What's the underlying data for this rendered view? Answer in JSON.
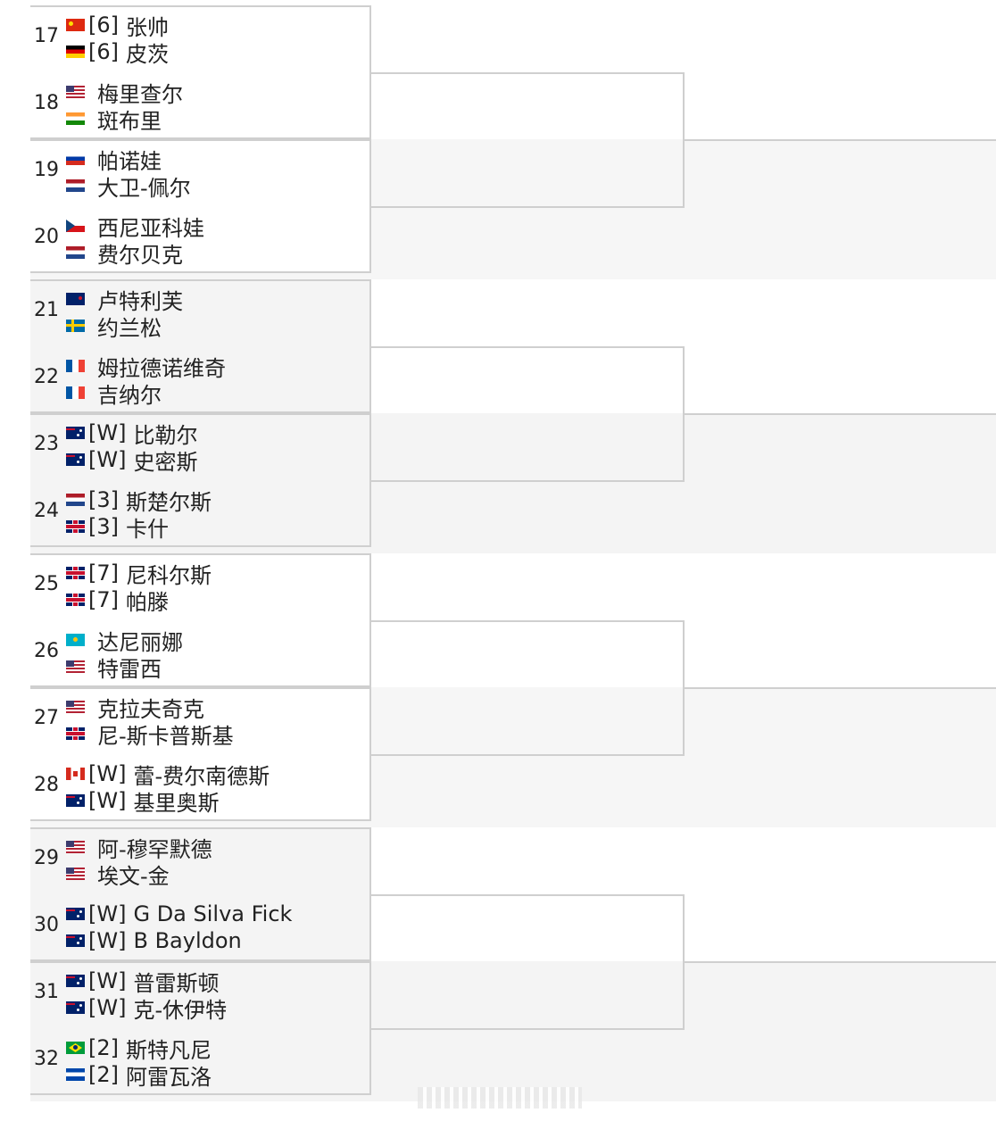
{
  "matches": [
    {
      "seed": "17",
      "p1": {
        "flag": "cn-flag",
        "prefix": "[6]",
        "name": "张帅"
      },
      "p2": {
        "flag": "de-flag",
        "prefix": "[6]",
        "name": "皮茨"
      }
    },
    {
      "seed": "18",
      "p1": {
        "flag": "us-flag",
        "prefix": "",
        "name": "梅里查尔"
      },
      "p2": {
        "flag": "in-flag",
        "prefix": "",
        "name": "斑布里"
      }
    },
    {
      "seed": "19",
      "p1": {
        "flag": "ru-flag",
        "prefix": "",
        "name": "帕诺娃"
      },
      "p2": {
        "flag": "nl-flag",
        "prefix": "",
        "name": "大卫-佩尔"
      }
    },
    {
      "seed": "20",
      "p1": {
        "flag": "cz-flag",
        "prefix": "",
        "name": "西尼亚科娃"
      },
      "p2": {
        "flag": "nl-flag",
        "prefix": "",
        "name": "费尔贝克"
      }
    },
    {
      "seed": "21",
      "p1": {
        "flag": "nz-flag",
        "prefix": "",
        "name": "卢特利芙"
      },
      "p2": {
        "flag": "se-flag",
        "prefix": "",
        "name": "约兰松"
      }
    },
    {
      "seed": "22",
      "p1": {
        "flag": "fr-flag",
        "prefix": "",
        "name": "姆拉德诺维奇"
      },
      "p2": {
        "flag": "fr-flag",
        "prefix": "",
        "name": "吉纳尔"
      }
    },
    {
      "seed": "23",
      "p1": {
        "flag": "au-flag",
        "prefix": "[W]",
        "name": "比勒尔"
      },
      "p2": {
        "flag": "au-flag",
        "prefix": "[W]",
        "name": "史密斯"
      }
    },
    {
      "seed": "24",
      "p1": {
        "flag": "nl-flag",
        "prefix": "[3]",
        "name": "斯楚尔斯"
      },
      "p2": {
        "flag": "gb-flag",
        "prefix": "[3]",
        "name": "卡什"
      }
    },
    {
      "seed": "25",
      "p1": {
        "flag": "gb-flag",
        "prefix": "[7]",
        "name": "尼科尔斯"
      },
      "p2": {
        "flag": "gb-flag",
        "prefix": "[7]",
        "name": "帕滕"
      }
    },
    {
      "seed": "26",
      "p1": {
        "flag": "kz-flag",
        "prefix": "",
        "name": "达尼丽娜"
      },
      "p2": {
        "flag": "us-flag",
        "prefix": "",
        "name": "特雷西"
      }
    },
    {
      "seed": "27",
      "p1": {
        "flag": "us-flag",
        "prefix": "",
        "name": "克拉夫奇克"
      },
      "p2": {
        "flag": "gb-flag",
        "prefix": "",
        "name": "尼-斯卡普斯基"
      }
    },
    {
      "seed": "28",
      "p1": {
        "flag": "ca-flag",
        "prefix": "[W]",
        "name": "蕾-费尔南德斯"
      },
      "p2": {
        "flag": "au-flag",
        "prefix": "[W]",
        "name": "基里奥斯"
      }
    },
    {
      "seed": "29",
      "p1": {
        "flag": "us-flag",
        "prefix": "",
        "name": "阿-穆罕默德"
      },
      "p2": {
        "flag": "us-flag",
        "prefix": "",
        "name": "埃文-金"
      }
    },
    {
      "seed": "30",
      "p1": {
        "flag": "au-flag",
        "prefix": "[W]",
        "name": "G Da Silva Fick"
      },
      "p2": {
        "flag": "au-flag",
        "prefix": "[W]",
        "name": "B Bayldon"
      }
    },
    {
      "seed": "31",
      "p1": {
        "flag": "au-flag",
        "prefix": "[W]",
        "name": "普雷斯顿"
      },
      "p2": {
        "flag": "au-flag",
        "prefix": "[W]",
        "name": "克-休伊特"
      }
    },
    {
      "seed": "32",
      "p1": {
        "flag": "br-flag",
        "prefix": "[2]",
        "name": "斯特凡尼"
      },
      "p2": {
        "flag": "sv-flag",
        "prefix": "[2]",
        "name": "阿雷瓦洛"
      }
    }
  ]
}
